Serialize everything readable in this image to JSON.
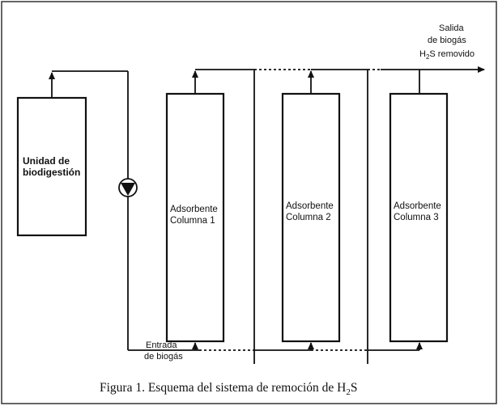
{
  "unit": {
    "line1": "Unidad de",
    "line2": "biodigestión"
  },
  "columns": [
    {
      "line1": "Adsorbente",
      "line2": "Columna 1"
    },
    {
      "line1": "Adsorbente",
      "line2": "Columna 2"
    },
    {
      "line1": "Adsorbente",
      "line2": "Columna 3"
    }
  ],
  "inlet": {
    "line1": "Entrada",
    "line2": "de biogás"
  },
  "outlet": {
    "line1": "Salida",
    "line2": "de biogás",
    "line3_main": "H",
    "line3_sub": "2",
    "line3_rest": "S removido"
  },
  "caption": {
    "main": "Figura 1. Esquema del sistema de remoción de H",
    "sub": "2",
    "rest": "S"
  }
}
